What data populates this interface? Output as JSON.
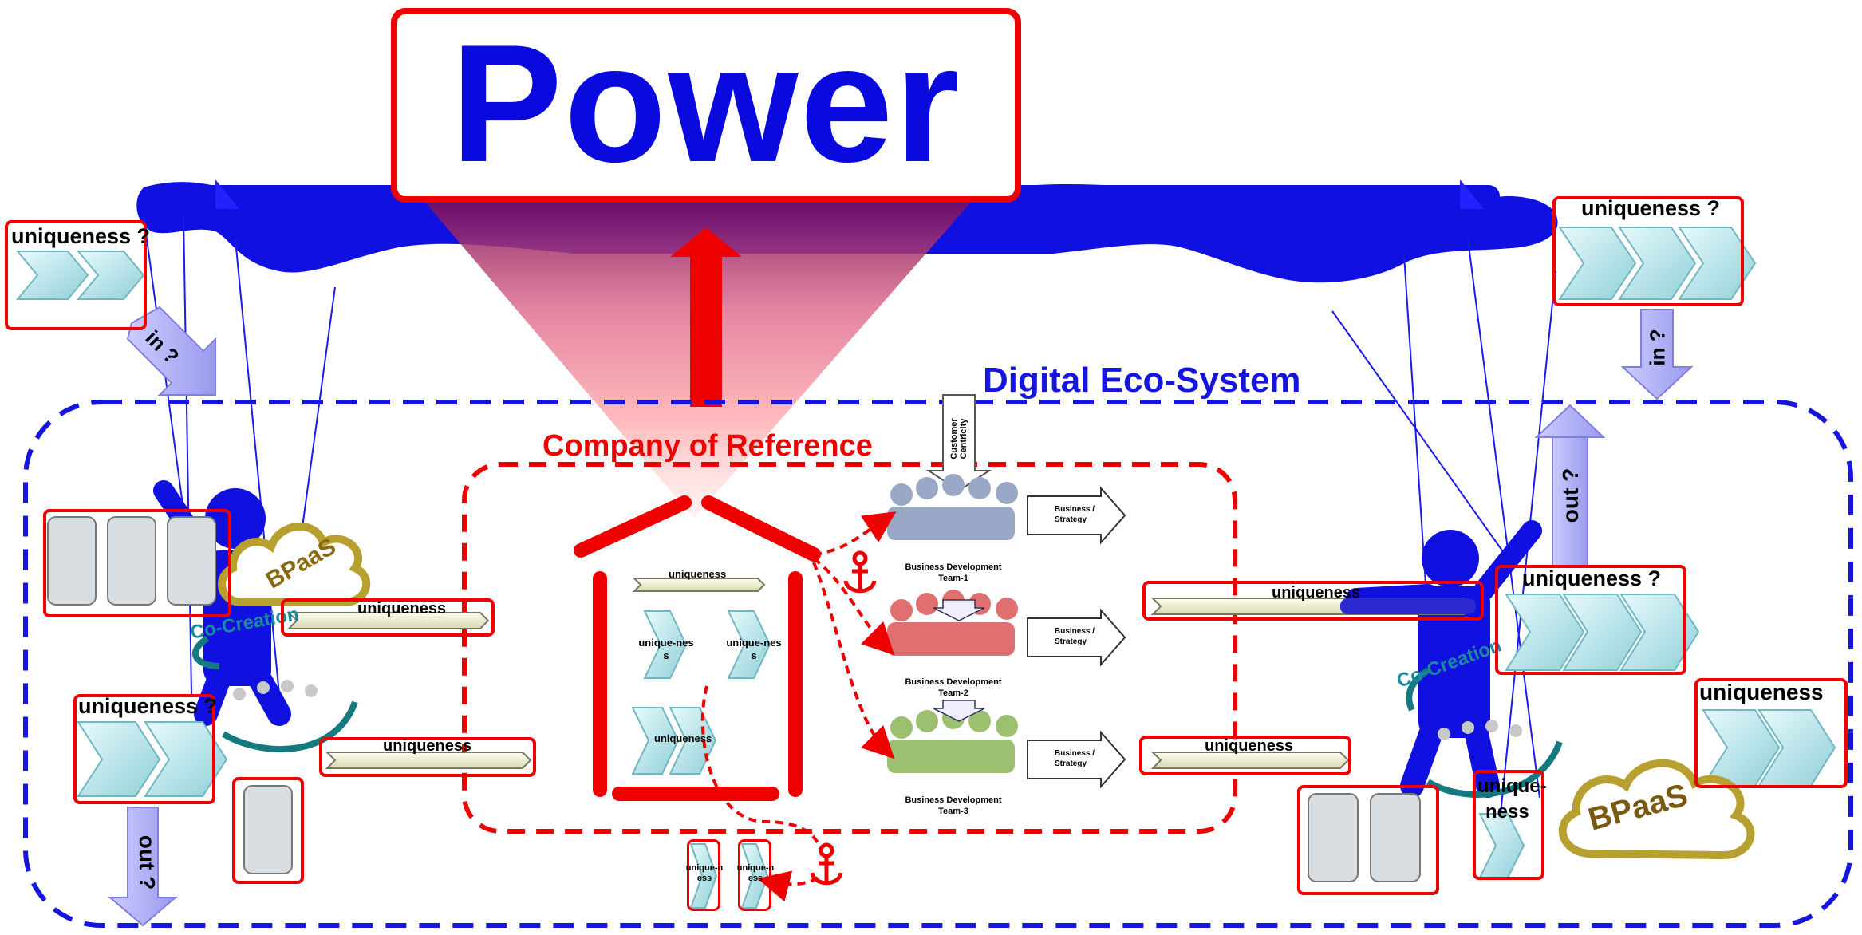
{
  "title": "Power",
  "ecosystem_label": "Digital Eco-System",
  "company_label": "Company of Reference",
  "customer_centricity": "Customer Centricity",
  "uniqueness_q": "uniqueness ?",
  "uniqueness": "uniqueness",
  "unique_ness": "unique-ness",
  "unique_hyphen": "unique-",
  "ness": "ness",
  "in_q": "in ?",
  "out_q": "out ?",
  "bpaas": "BPaaS",
  "co_creation": "Co-Creation",
  "business_strategy": "Business / Strategy",
  "teams": [
    {
      "label": "Business Development Team-1",
      "color": "#9aa8c8"
    },
    {
      "label": "Business Development Team-2",
      "color": "#e07070"
    },
    {
      "label": "Business Development Team-3",
      "color": "#9cc070"
    }
  ],
  "colors": {
    "red": "#e00000",
    "blue": "#0a0adf",
    "cyan": "#b8e6ec",
    "gold": "#b8a030"
  }
}
